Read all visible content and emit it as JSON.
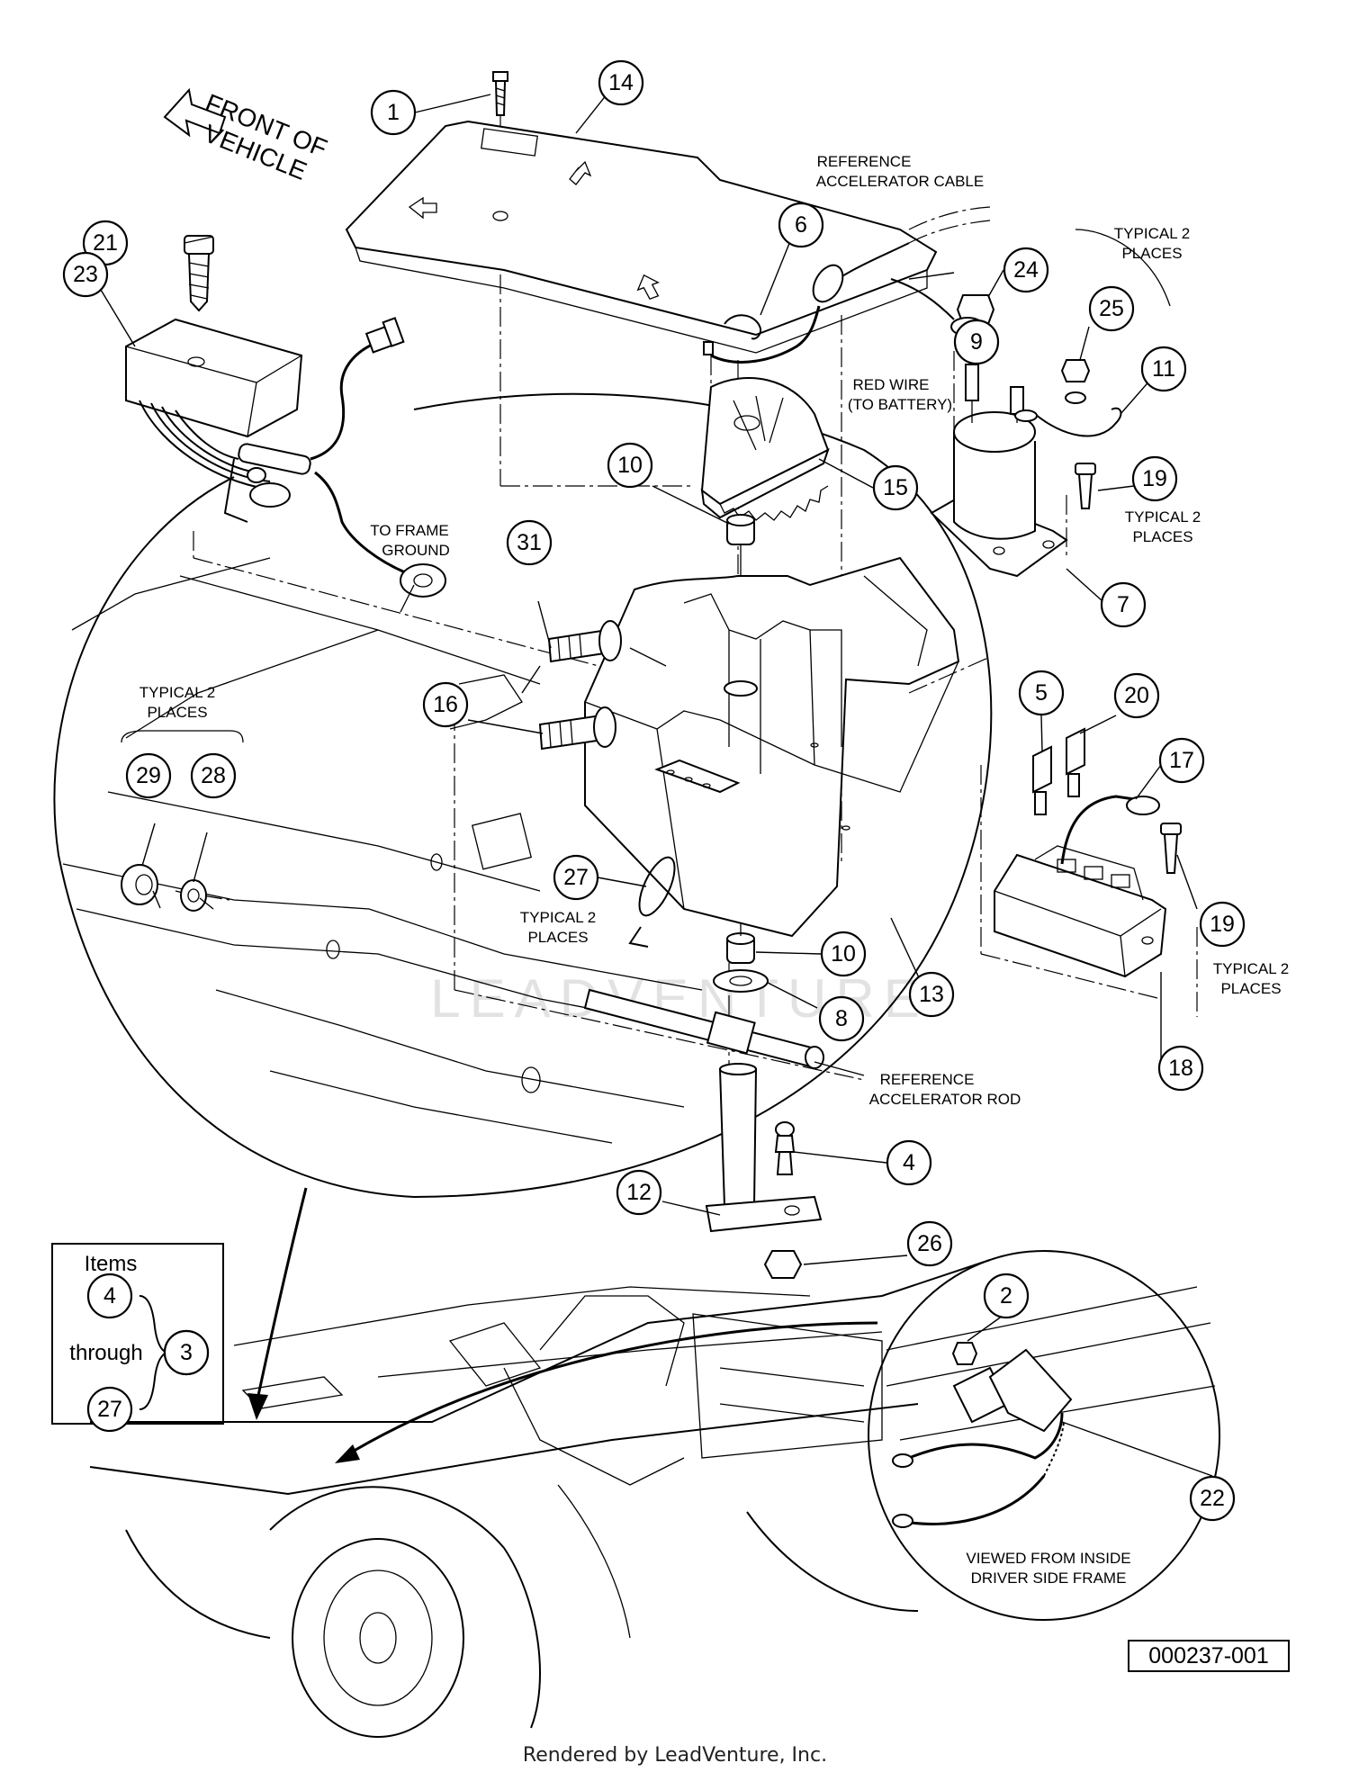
{
  "callouts": [
    {
      "id": "1",
      "label": "1"
    },
    {
      "id": "2",
      "label": "2"
    },
    {
      "id": "3",
      "label": "3"
    },
    {
      "id": "4",
      "label": "4"
    },
    {
      "id": "5",
      "label": "5"
    },
    {
      "id": "6",
      "label": "6"
    },
    {
      "id": "7",
      "label": "7"
    },
    {
      "id": "8",
      "label": "8"
    },
    {
      "id": "9",
      "label": "9"
    },
    {
      "id": "10a",
      "label": "10"
    },
    {
      "id": "10b",
      "label": "10"
    },
    {
      "id": "11",
      "label": "11"
    },
    {
      "id": "12",
      "label": "12"
    },
    {
      "id": "13",
      "label": "13"
    },
    {
      "id": "14",
      "label": "14"
    },
    {
      "id": "15",
      "label": "15"
    },
    {
      "id": "16",
      "label": "16"
    },
    {
      "id": "17",
      "label": "17"
    },
    {
      "id": "18",
      "label": "18"
    },
    {
      "id": "19a",
      "label": "19"
    },
    {
      "id": "19b",
      "label": "19"
    },
    {
      "id": "20",
      "label": "20"
    },
    {
      "id": "21",
      "label": "21"
    },
    {
      "id": "22",
      "label": "22"
    },
    {
      "id": "23",
      "label": "23"
    },
    {
      "id": "24",
      "label": "24"
    },
    {
      "id": "25",
      "label": "25"
    },
    {
      "id": "26",
      "label": "26"
    },
    {
      "id": "27",
      "label": "27"
    },
    {
      "id": "28",
      "label": "28"
    },
    {
      "id": "29",
      "label": "29"
    },
    {
      "id": "31",
      "label": "31"
    },
    {
      "id": "leg4",
      "label": "4"
    },
    {
      "id": "leg3",
      "label": "3"
    },
    {
      "id": "leg27",
      "label": "27"
    }
  ],
  "labels": {
    "front_line1": "FRONT OF",
    "front_line2": "VEHICLE",
    "ref_cable_line1": "REFERENCE",
    "ref_cable_line2": "ACCELERATOR CABLE",
    "typical_top_line1": "TYPICAL 2",
    "typical_top_line2": "PLACES",
    "red_wire_line1": "RED WIRE",
    "red_wire_line2": "(TO BATTERY)",
    "typical_19a_line1": "TYPICAL 2",
    "typical_19a_line2": "PLACES",
    "to_frame_line1": "TO FRAME",
    "to_frame_line2": "GROUND",
    "typical_left_line1": "TYPICAL 2",
    "typical_left_line2": "PLACES",
    "typical_27_line1": "TYPICAL 2",
    "typical_27_line2": "PLACES",
    "typical_19b_line1": "TYPICAL 2",
    "typical_19b_line2": "PLACES",
    "ref_rod_line1": "REFERENCE",
    "ref_rod_line2": "ACCELERATOR ROD",
    "viewed_line1": "VIEWED FROM INSIDE",
    "viewed_line2": "DRIVER SIDE FRAME"
  },
  "legend": {
    "title": "Items",
    "through": "through"
  },
  "part_number": "000237-001",
  "footer": "Rendered by LeadVenture, Inc.",
  "watermark": "LEADVENTURE"
}
